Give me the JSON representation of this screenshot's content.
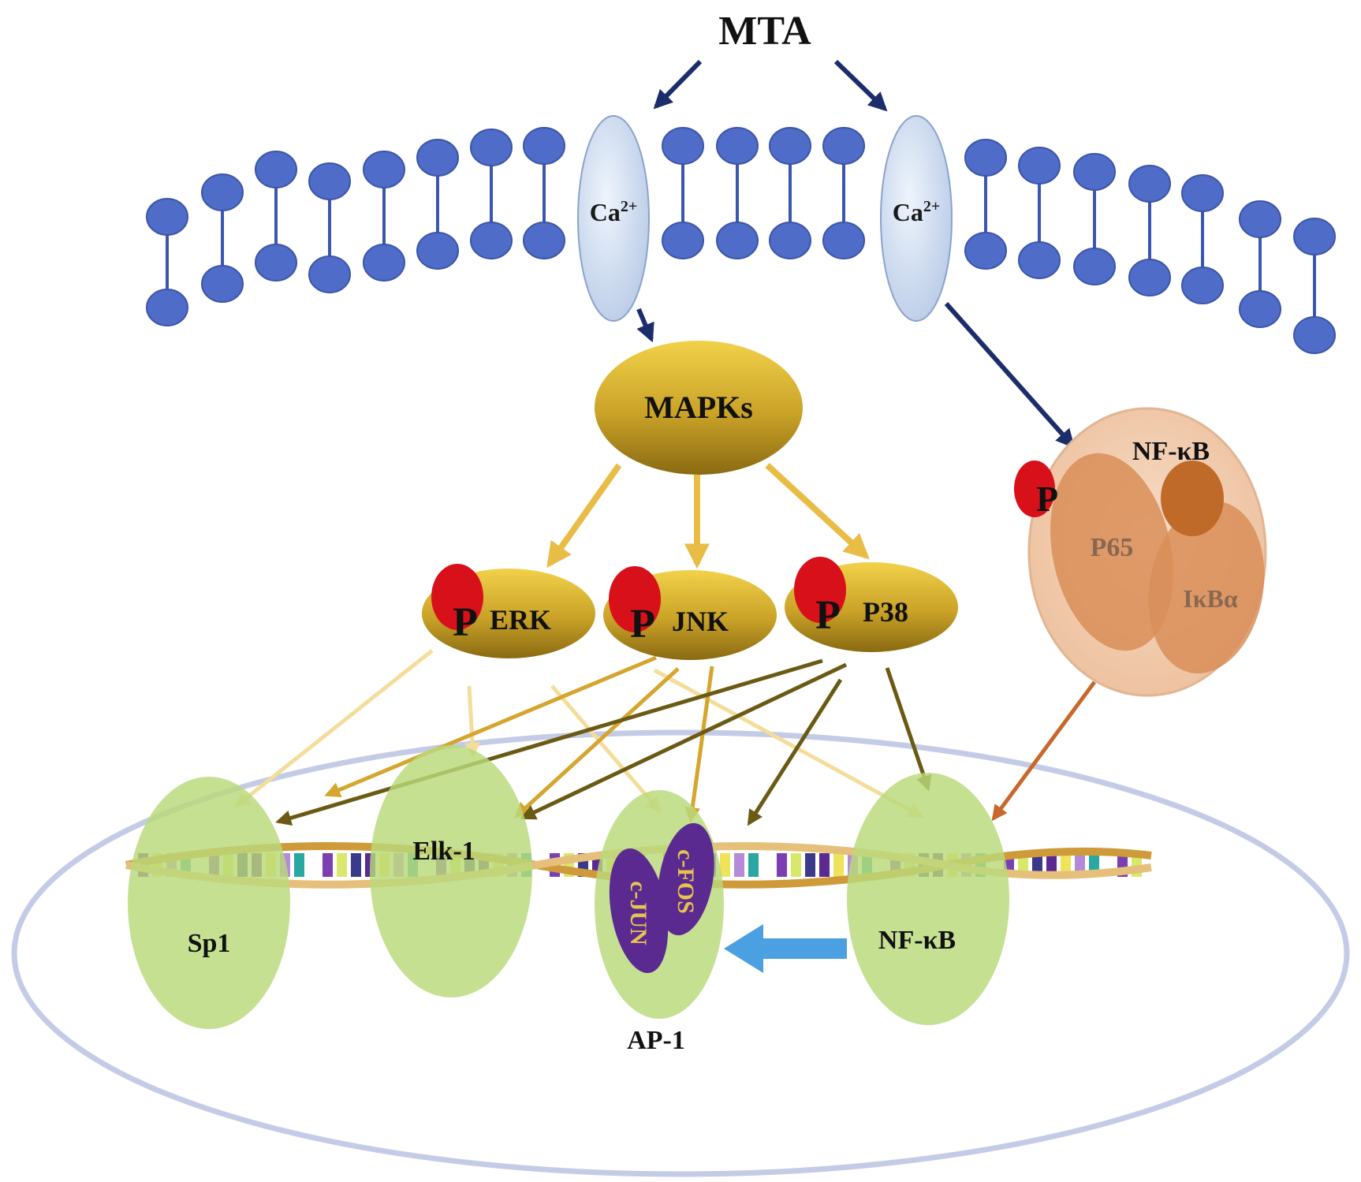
{
  "stimulus": {
    "label": "MTA"
  },
  "channels": [
    {
      "label": "Ca",
      "superscript": "2+"
    },
    {
      "label": "Ca",
      "superscript": "2+"
    }
  ],
  "mapks": {
    "label": "MAPKs"
  },
  "kinases": [
    {
      "label": "ERK",
      "phospho": "P"
    },
    {
      "label": "JNK",
      "phospho": "P"
    },
    {
      "label": "P38",
      "phospho": "P"
    }
  ],
  "nfkb_complex": {
    "label": "NF-κB",
    "phospho": "P",
    "subunits": [
      "P65",
      "IκBα"
    ]
  },
  "transcription_factors": {
    "sp1": "Sp1",
    "elk1": "Elk-1",
    "ap1": "AP-1",
    "cjun": "c-JUN",
    "cfos": "c-FOS",
    "nfkb": "NF-κB"
  },
  "colors": {
    "lipid_head": "#4f6cc8",
    "lipid_tail": "#3a56b0",
    "channel": "#cddcf0",
    "kinase_gold": "#c9a227",
    "phospho_red": "#d8101a",
    "tf_green": "#b9d97a",
    "ap1_purple": "#5a2a90",
    "nucleus_outline": "#c3cbe6",
    "arrow_navy": "#1c2d6b",
    "arrow_gold": "#e8bc45",
    "arrow_pale": "#f4dc9a",
    "arrow_olive": "#6b5a14",
    "arrow_orange": "#c8682a",
    "arrow_blue": "#4aa0e0",
    "nfkb_complex": "#f3d2b8"
  }
}
